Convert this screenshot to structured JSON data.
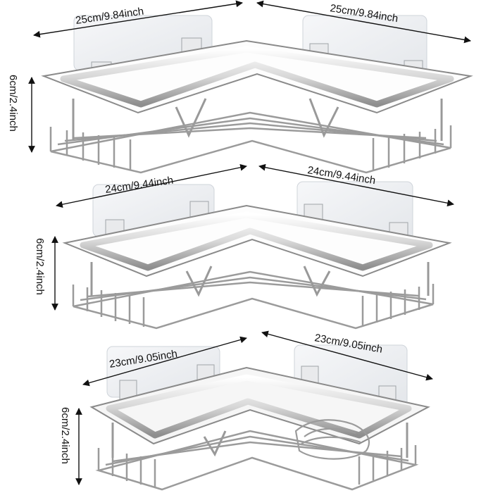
{
  "dimensions": {
    "top": {
      "width_left": "25cm/9.84inch",
      "width_right": "25cm/9.84inch",
      "height": "6cm/2.4inch"
    },
    "middle": {
      "width_left": "24cm/9.44inch",
      "width_right": "24cm/9.44inch",
      "height": "6cm/2.4inch"
    },
    "bottom": {
      "width_left": "23cm/9.05inch",
      "width_right": "23cm/9.05inch",
      "height": "6cm/2.4inch"
    }
  },
  "colors": {
    "background": "#ffffff",
    "adhesive_pad": "#eef0f3",
    "metal_light": "#f2f2f2",
    "metal_dark": "#9a9a9a",
    "line": "#111111"
  }
}
